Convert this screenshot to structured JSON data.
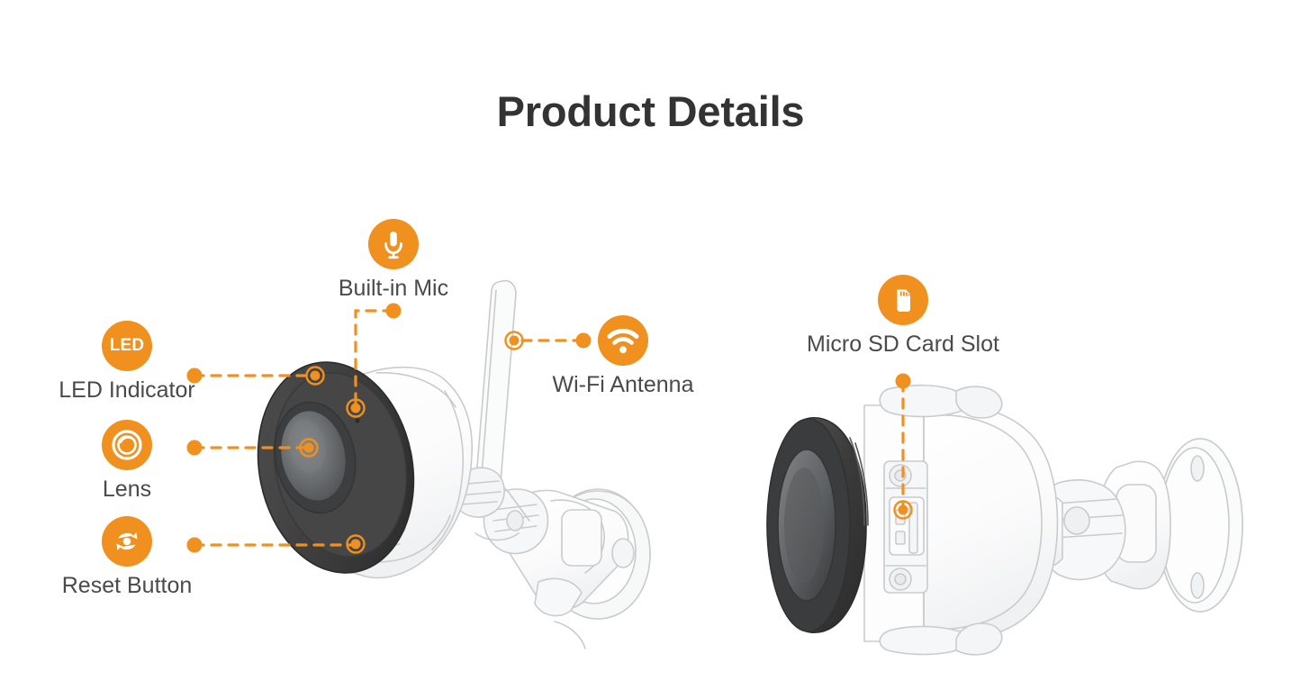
{
  "page": {
    "title": "Product Details",
    "background_color": "#ffffff",
    "title_color": "#333333",
    "accent_color": "#f0901f",
    "label_color": "#4a4a4a",
    "line_art_color": "#c9cbcd",
    "dark_faceplate_color": "#434343"
  },
  "callouts": [
    {
      "id": "led-indicator",
      "label": "LED Indicator",
      "icon": "led-text-icon",
      "icon_text": "LED",
      "side": "left"
    },
    {
      "id": "lens",
      "label": "Lens",
      "icon": "lens-icon",
      "side": "left"
    },
    {
      "id": "reset-button",
      "label": "Reset Button",
      "icon": "reset-icon",
      "side": "left"
    },
    {
      "id": "built-in-mic",
      "label": "Built-in Mic",
      "icon": "microphone-icon",
      "side": "top"
    },
    {
      "id": "wifi-antenna",
      "label": "Wi-Fi Antenna",
      "icon": "wifi-icon",
      "side": "right"
    },
    {
      "id": "micro-sd-card-slot",
      "label": "Micro SD Card Slot",
      "icon": "sd-card-icon",
      "side": "top"
    }
  ],
  "products": [
    {
      "id": "camera-front-view",
      "view": "front-angled"
    },
    {
      "id": "camera-rear-view",
      "view": "rear-angled"
    }
  ]
}
